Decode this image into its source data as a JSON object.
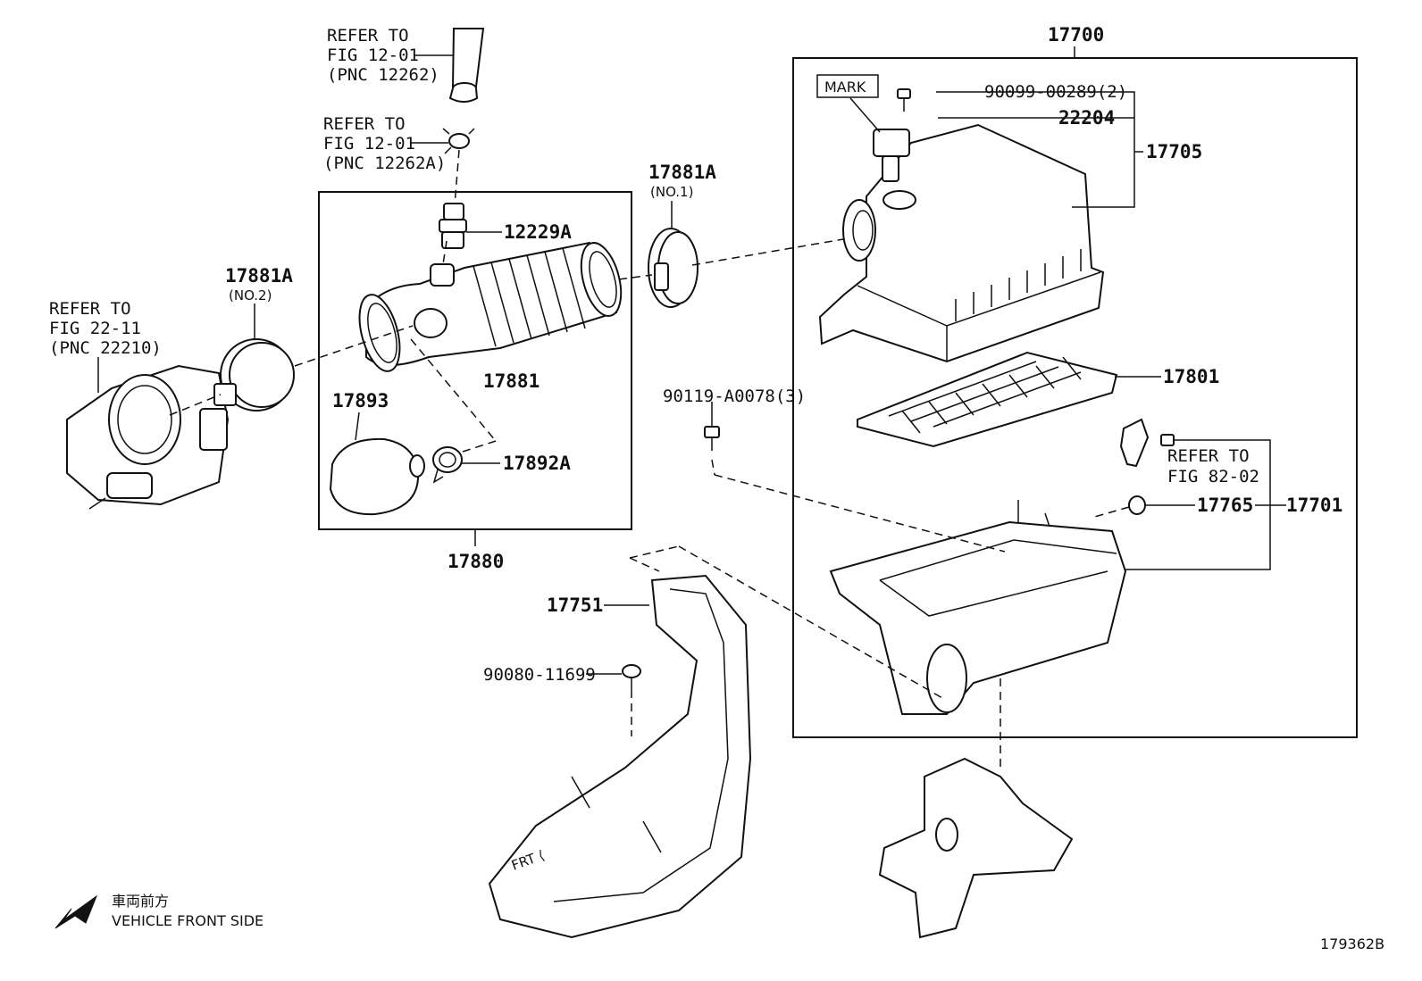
{
  "labels": {
    "refer_1201_a_l1": "REFER TO",
    "refer_1201_a_l2": "FIG 12-01",
    "refer_1201_a_l3": "(PNC 12262)",
    "refer_1201_b_l1": "REFER TO",
    "refer_1201_b_l2": "FIG 12-01",
    "refer_1201_b_l3": "(PNC 12262A)",
    "refer_2211_l1": "REFER TO",
    "refer_2211_l2": "FIG 22-11",
    "refer_2211_l3": "(PNC 22210)",
    "refer_8202_l1": "REFER TO",
    "refer_8202_l2": "FIG 82-02",
    "p17700": "17700",
    "mark": "MARK",
    "p90099": "90099-00289(2)",
    "p22204": "22204",
    "p17705": "17705",
    "p17881a_1": "17881A",
    "p17881a_1_sub": "(NO.1)",
    "p17881a_2": "17881A",
    "p17881a_2_sub": "(NO.2)",
    "p12229a": "12229A",
    "p17881": "17881",
    "p17893": "17893",
    "p17892a": "17892A",
    "p17880": "17880",
    "p17801": "17801",
    "p90119": "90119-A0078(3)",
    "p17765": "17765",
    "p17701": "17701",
    "p17751": "17751",
    "p90080": "90080-11699",
    "front_jp": "車両前方",
    "front_en": "VEHICLE FRONT SIDE",
    "figure_id": "179362B"
  }
}
